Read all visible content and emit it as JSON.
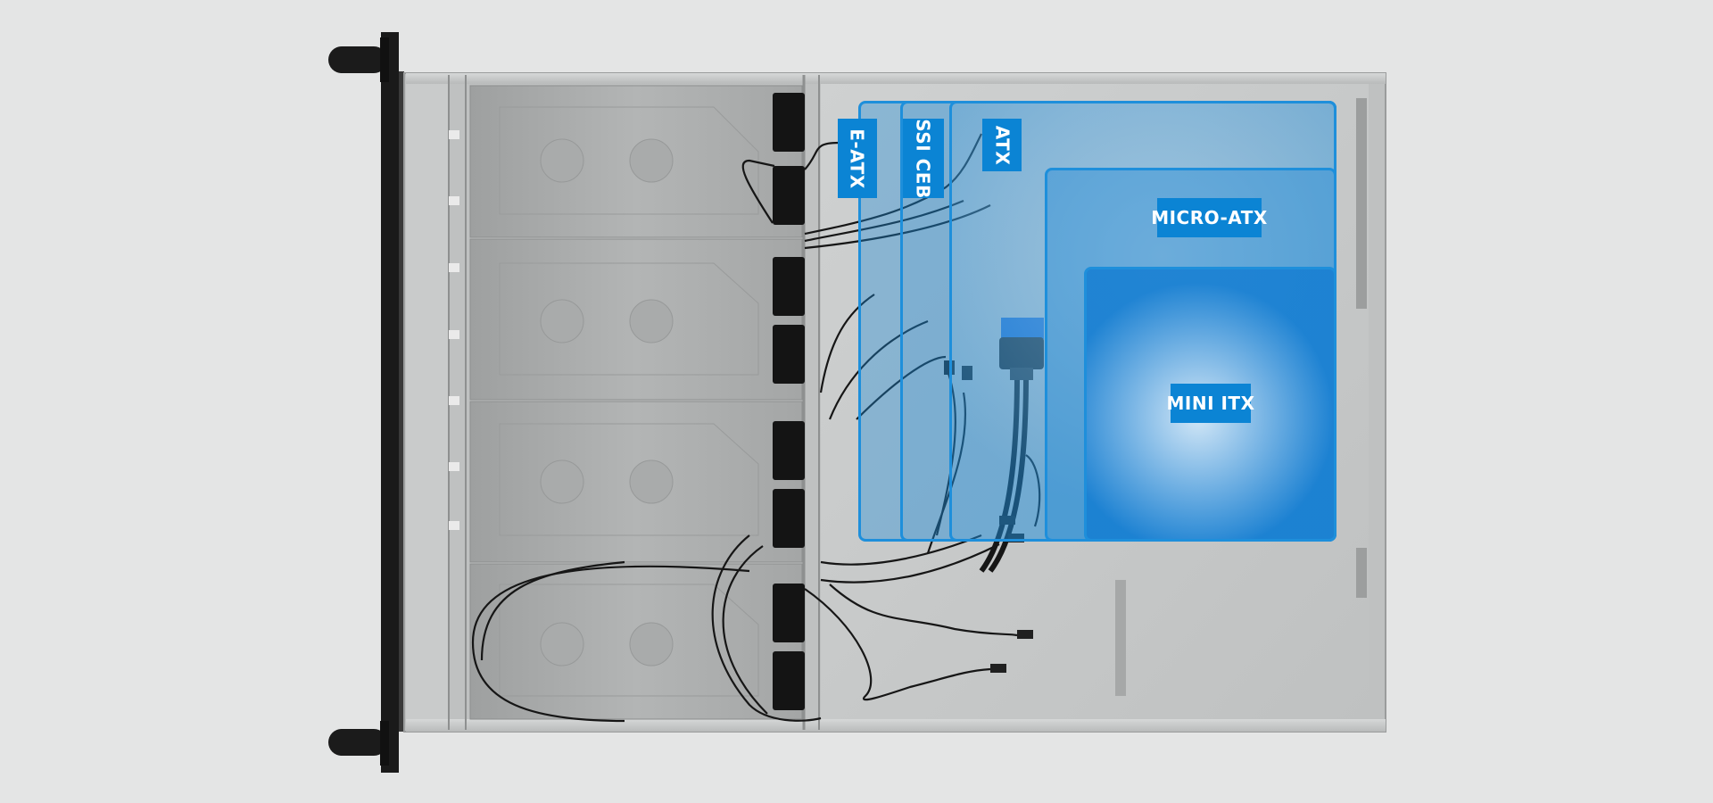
{
  "form_factors": {
    "eatx": {
      "label": "E-ATX"
    },
    "ssiceb": {
      "label": "SSI CEB"
    },
    "atx": {
      "label": "ATX"
    },
    "matx": {
      "label": "MICRO-ATX"
    },
    "mitx": {
      "label": "MINI ITX"
    }
  },
  "colors": {
    "board_outline": "#1e8fdb",
    "label_background": "#0b84d4",
    "label_text": "#ffffff",
    "chassis_metal": "#c4c6c6",
    "background": "#e4e5e5"
  },
  "icons": {
    "fan": "fan-icon",
    "handle": "rack-handle-icon",
    "connector": "usb-header-connector-icon"
  }
}
